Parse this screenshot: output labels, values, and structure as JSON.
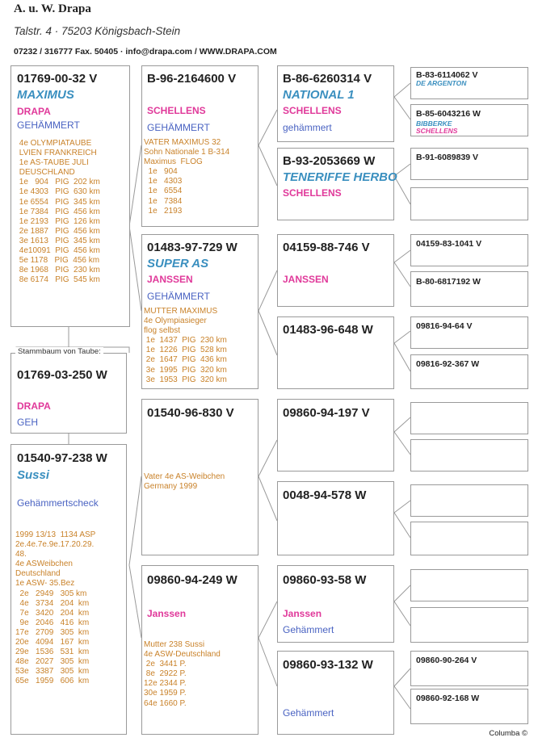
{
  "header": {
    "name": "A. u. W. Drapa",
    "address": "Talstr. 4  ·  75203 Königsbach-Stein",
    "contact": "07232 / 316777  Fax. 50405  ·  info@drapa.com  /  WWW.DRAPA.COM"
  },
  "subject": {
    "caption": "Stammbaum von Taube:",
    "ring": "01769-03-250 W",
    "breeder": "DRAPA",
    "color": "GEH"
  },
  "sire": {
    "ring": "01769-00-32 V",
    "name": "MAXIMUS",
    "breeder": "DRAPA",
    "color": "GEHÄMMERT",
    "performance": " 4e OLYMPIATAUBE\n LVIEN FRANKREICH\n 1e AS-TAUBE JULI\n DEUSCHLAND\n 1e   904   PIG  202 km\n 1e 4303   PIG  630 km\n 1e 6554   PIG  345 km\n 1e 7384   PIG  456 km\n 1e 2193   PIG  126 km\n 2e 1887   PIG  456 km\n 3e 1613   PIG  345 km\n 4e10091  PIG  456 km\n 5e 1178   PIG  456 km\n 8e 1968   PIG  230 km\n 8e 6174   PIG  545 km"
  },
  "dam": {
    "ring": "01540-97-238 W",
    "name": "Sussi",
    "color": "Gehämmertscheck",
    "performance": "1999 13/13  1134 ASP\n2e.4e.7e.9e.17.20.29.\n48.\n4e ASWeibchen\nDeutschland\n1e ASW- 35.Bez\n  2e   2949   305 km\n  4e   3734   204  km\n  7e   3420   204  km\n  9e   2046   416  km\n17e   2709   305  km\n20e   4094   167  km\n29e   1536   531  km\n48e   2027   305  km\n53e   3387   305  km\n65e   1959   606  km"
  },
  "ss": {
    "ring": "B-96-2164600 V",
    "breeder": "SCHELLENS",
    "color": "GEHÄMMERT",
    "performance": "VATER MAXIMUS 32\nSohn Nationale 1 B-314\nMaximus  FLOG\n  1e   904\n  1e   4303\n  1e   6554\n  1e   7384\n  1e   2193"
  },
  "sd": {
    "ring": "01483-97-729 W",
    "name": "SUPER AS",
    "breeder": "JANSSEN",
    "color": "GEHÄMMERT",
    "performance": "MUTTER MAXIMUS\n4e Olympiasieger\nflog selbst\n 1e  1437  PIG  230 km\n 1e  1226  PIG  528 km\n 2e  1647  PIG  436 km\n 3e  1995  PIG  320 km\n 3e  1953  PIG  320 km"
  },
  "ds": {
    "ring": "01540-96-830 V",
    "performance": "Vater 4e AS-Weibchen\nGermany 1999"
  },
  "dd": {
    "ring": "09860-94-249 W",
    "breeder": "Janssen",
    "performance": "Mutter 238 Sussi\n4e ASW-Deutschland\n 2e  3441 P.\n 8e  2922 P.\n12e 2344 P.\n30e 1959 P.\n64e 1660 P."
  },
  "sss": {
    "ring": "B-86-6260314 V",
    "name": "NATIONAL 1",
    "breeder": "SCHELLENS",
    "color": "gehämmert"
  },
  "ssd": {
    "ring": "B-93-2053669 W",
    "name": "TENERIFFE HERBO",
    "breeder": "SCHELLENS"
  },
  "sds": {
    "ring": "04159-88-746 V",
    "breeder": "JANSSEN"
  },
  "sdd": {
    "ring": "01483-96-648 W"
  },
  "dss": {
    "ring": "09860-94-197 V"
  },
  "dsd": {
    "ring": "0048-94-578 W"
  },
  "dds": {
    "ring": "09860-93-58 W",
    "breeder": "Janssen",
    "color": "Gehämmert"
  },
  "ddd": {
    "ring": "09860-93-132 W",
    "color": "Gehämmert"
  },
  "g4": [
    {
      "ring": "B-83-6114062 V",
      "name": "DE ARGENTON",
      "breeder": ""
    },
    {
      "ring": "B-85-6043216 W",
      "name": "BIBBERKE",
      "breeder": "SCHELLENS"
    },
    {
      "ring": "B-91-6089839 V",
      "name": "",
      "breeder": ""
    },
    {
      "ring": "",
      "name": "",
      "breeder": ""
    },
    {
      "ring": "04159-83-1041 V",
      "name": "",
      "breeder": ""
    },
    {
      "ring": "B-80-6817192 W",
      "name": "",
      "breeder": ""
    },
    {
      "ring": "09816-94-64 V",
      "name": "",
      "breeder": ""
    },
    {
      "ring": "09816-92-367 W",
      "name": "",
      "breeder": ""
    },
    {
      "ring": "",
      "name": "",
      "breeder": ""
    },
    {
      "ring": "",
      "name": "",
      "breeder": ""
    },
    {
      "ring": "",
      "name": "",
      "breeder": ""
    },
    {
      "ring": "",
      "name": "",
      "breeder": ""
    },
    {
      "ring": "",
      "name": "",
      "breeder": ""
    },
    {
      "ring": "",
      "name": "",
      "breeder": ""
    },
    {
      "ring": "09860-90-264 V",
      "name": "",
      "breeder": ""
    },
    {
      "ring": "09860-92-168 W",
      "name": "",
      "breeder": ""
    }
  ],
  "footer": {
    "credit": "Columba ©"
  },
  "colors": {
    "ring_text": "#222222",
    "name": "#3a8fbf",
    "breeder": "#e0399a",
    "color": "#4a63c2",
    "performance": "#c9822a",
    "border": "#9a9a9a"
  }
}
